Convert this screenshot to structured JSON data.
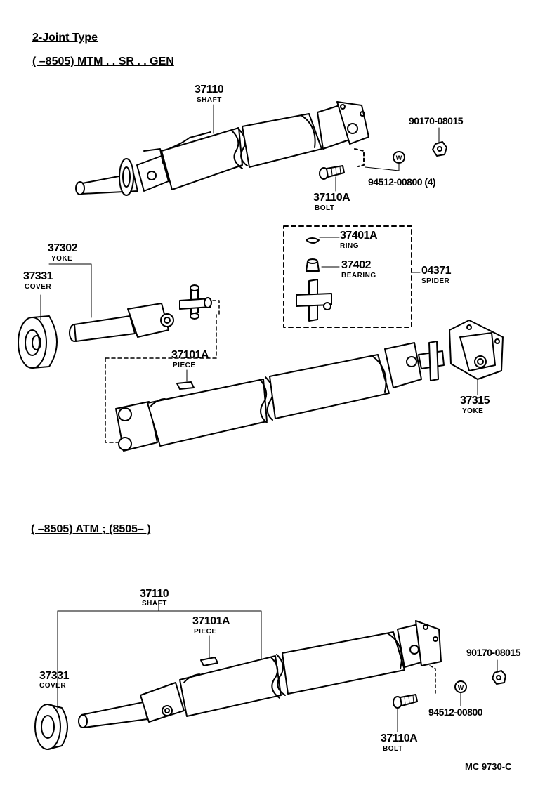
{
  "headers": {
    "type": "2-Joint Type",
    "section1": "(        –8505) MTM . . SR . . GEN",
    "section2": "(        –8505) ATM ; (8505–           )"
  },
  "labels": {
    "s1_37110": "37110",
    "s1_shaft": "SHAFT",
    "s1_90170": "90170-08015",
    "s1_94512": "94512-00800 (4)",
    "s1_37110a": "37110A",
    "s1_bolt": "BOLT",
    "p37302": "37302",
    "yoke1": "YOKE",
    "p37331": "37331",
    "cover1": "COVER",
    "p37401a": "37401A",
    "ring": "RING",
    "p37402": "37402",
    "bearing": "BEARING",
    "p04371": "04371",
    "spider": "SPIDER",
    "p37101a": "37101A",
    "piece1": "PIECE",
    "p37315": "37315",
    "yoke2": "YOKE",
    "s2_37110": "37110",
    "s2_shaft": "SHAFT",
    "s2_37101a": "37101A",
    "s2_piece": "PIECE",
    "s2_37331": "37331",
    "s2_cover": "COVER",
    "s2_90170": "90170-08015",
    "s2_94512": "94512-00800",
    "s2_37110a": "37110A",
    "s2_bolt": "BOLT",
    "code": "MC  9730-C"
  }
}
